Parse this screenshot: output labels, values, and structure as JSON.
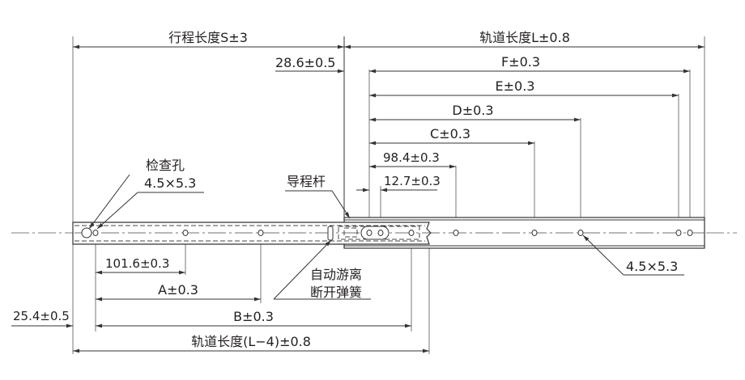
{
  "dimensions": {
    "stroke_length": "行程长度S±3",
    "rail_length": "轨道长度L±0.8",
    "offset_28_6": "28.6±0.5",
    "F": "F±0.3",
    "E": "E±0.3",
    "D": "D±0.3",
    "C": "C±0.3",
    "d98_4": "98.4±0.3",
    "d12_7": "12.7±0.3",
    "d101_6": "101.6±0.3",
    "A": "A±0.3",
    "B": "B±0.3",
    "offset_25_4": "25.4±0.5",
    "inner_rail_length": "轨道长度(L−4)±0.8"
  },
  "callouts": {
    "inspection_hole_title": "检查孔",
    "inspection_hole_size": "4.5×5.3",
    "lead_rod": "导程杆",
    "spring_line1": "自动游离",
    "spring_line2": "断开弹簧",
    "outer_hole_size": "4.5×5.3"
  }
}
